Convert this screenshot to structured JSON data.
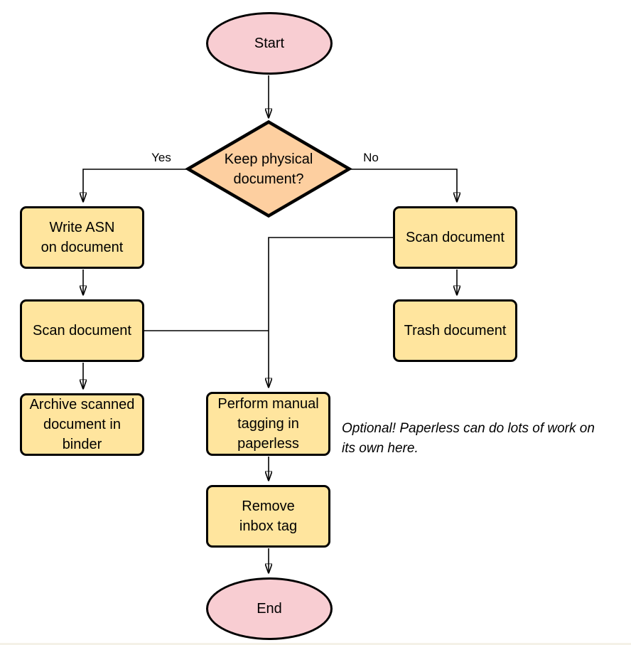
{
  "colors": {
    "terminal_fill": "#f8cdd2",
    "process_fill": "#ffe59e",
    "decision_fill": "#fdcfa0",
    "stroke": "#000000",
    "background": "#ffffff"
  },
  "nodes": {
    "start": {
      "type": "terminal",
      "label": "Start"
    },
    "decision": {
      "type": "decision",
      "label": "Keep physical\ndocument?"
    },
    "write_asn": {
      "type": "process",
      "label": "Write ASN\non document"
    },
    "scan_left": {
      "type": "process",
      "label": "Scan document"
    },
    "archive": {
      "type": "process",
      "label": "Archive scanned\ndocument in\nbinder"
    },
    "scan_right": {
      "type": "process",
      "label": "Scan document"
    },
    "trash": {
      "type": "process",
      "label": "Trash document"
    },
    "tagging": {
      "type": "process",
      "label": "Perform manual\ntagging in\npaperless"
    },
    "remove_inbox": {
      "type": "process",
      "label": "Remove\ninbox tag"
    },
    "end": {
      "type": "terminal",
      "label": "End"
    }
  },
  "edges": [
    {
      "from": "start",
      "to": "decision",
      "label": ""
    },
    {
      "from": "decision",
      "to": "write_asn",
      "label": "Yes"
    },
    {
      "from": "decision",
      "to": "scan_right",
      "label": "No"
    },
    {
      "from": "write_asn",
      "to": "scan_left",
      "label": ""
    },
    {
      "from": "scan_left",
      "to": "archive",
      "label": ""
    },
    {
      "from": "scan_right",
      "to": "trash",
      "label": ""
    },
    {
      "from": "scan_right",
      "to": "tagging",
      "label": ""
    },
    {
      "from": "scan_left",
      "to": "tagging",
      "label": ""
    },
    {
      "from": "tagging",
      "to": "remove_inbox",
      "label": ""
    },
    {
      "from": "remove_inbox",
      "to": "end",
      "label": ""
    }
  ],
  "annotation": "Optional! Paperless can do lots of work on\nits own here."
}
